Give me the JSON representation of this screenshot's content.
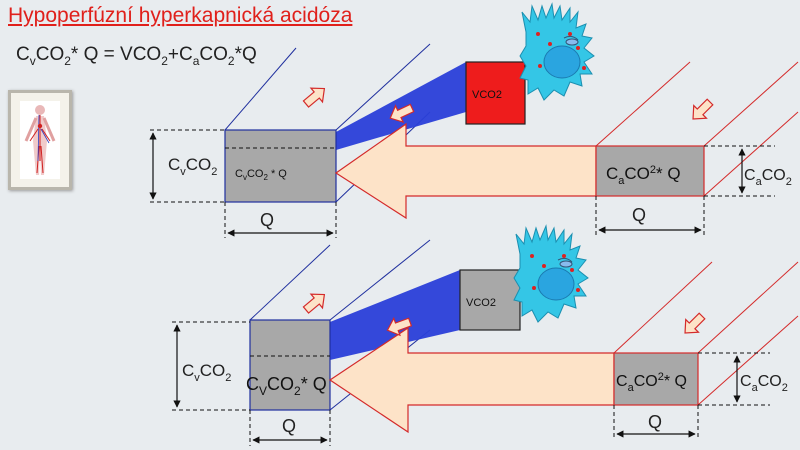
{
  "title": "Hypoperfúzní hyperkapnická acidóza",
  "formula": {
    "lhs_c": "C",
    "lhs_sub_v": "v",
    "lhs_co": "CO",
    "lhs_sub_2": "2",
    "lhs_rest": "* Q = VCO",
    "mid_sub_2": "2",
    "mid_plus": "+C",
    "mid_sub_a": "a",
    "mid_co": "CO",
    "mid_sub_2b": "2",
    "mid_rest": "*Q"
  },
  "panels": [
    {
      "venous": {
        "c": "C",
        "sub": "v",
        "co": "CO",
        "two": "2"
      },
      "venous_box": {
        "c": "C",
        "sub": "v",
        "co": "CO",
        "two": "2",
        "rest": " * Q"
      },
      "q_venous": "Q",
      "vco2": "VCO2",
      "arterial_box": {
        "c": "C",
        "sub": "a",
        "co": "CO",
        "two": "2",
        "rest": "* Q"
      },
      "arterial": {
        "c": "C",
        "sub": "a",
        "co": "CO",
        "two": "2"
      },
      "q_arterial": "Q"
    },
    {
      "venous": {
        "c": "C",
        "sub": "v",
        "co": "CO",
        "two": "2"
      },
      "venous_box": {
        "c": "C",
        "sub": "V",
        "co": "CO",
        "two": "2",
        "rest": "* Q"
      },
      "q_venous": "Q",
      "vco2": "VCO2",
      "arterial_box": {
        "c": "C",
        "sub": "a",
        "co": "CO",
        "two": "2",
        "rest": "* Q"
      },
      "arterial": {
        "c": "C",
        "sub": "a",
        "co": "CO",
        "two": "2"
      },
      "q_arterial": "Q"
    }
  ],
  "colors": {
    "title": "#e0201b",
    "venous_line": "#1f2f9e",
    "arterial_line": "#d42a2a",
    "box_fill": "#a8a8a8",
    "vco2_top": "#ee1c1c",
    "vco2_bottom": "#a8a8a8",
    "flow_fill": "#fde3c8",
    "cell": "#34c6e6"
  },
  "icons": [
    "body-thumbnail-icon",
    "cell-icon",
    "arrow-icon"
  ]
}
